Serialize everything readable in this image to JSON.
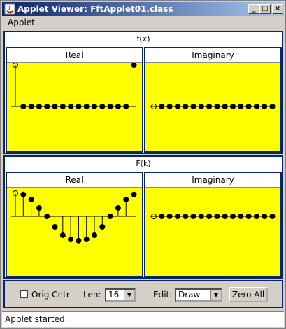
{
  "window": {
    "title": "Applet Viewer: FftApplet01.class"
  },
  "menu": {
    "items": [
      "Applet"
    ]
  },
  "top_section": {
    "title": "f(x)",
    "real": {
      "label": "Real",
      "values": [
        1,
        0,
        0,
        0,
        0,
        0,
        0,
        0,
        0,
        0,
        0,
        0,
        0,
        0,
        0,
        1
      ]
    },
    "imag": {
      "label": "Imaginary",
      "values": [
        0,
        0,
        0,
        0,
        0,
        0,
        0,
        0,
        0,
        0,
        0,
        0,
        0,
        0,
        0,
        0
      ]
    }
  },
  "bottom_section": {
    "title": "F(k)",
    "real": {
      "label": "Real",
      "values": [
        0.55,
        0.52,
        0.4,
        0.2,
        0,
        -0.25,
        -0.45,
        -0.55,
        -0.58,
        -0.55,
        -0.45,
        -0.25,
        0,
        0.2,
        0.4,
        0.52
      ]
    },
    "imag": {
      "label": "Imaginary",
      "values": [
        0,
        0,
        0,
        0,
        0,
        0,
        0,
        0,
        0,
        0,
        0,
        0,
        0,
        0,
        0,
        0
      ]
    }
  },
  "controls": {
    "orig_cntr_label": "Orig Cntr",
    "orig_cntr_checked": false,
    "len_label": "Len:",
    "len_value": "16",
    "edit_label": "Edit:",
    "edit_value": "Draw",
    "zero_all_label": "Zero All"
  },
  "status": "Applet started.",
  "colors": {
    "plot_bg": "#ffff00",
    "border": "#0a246a",
    "marker": "#000000"
  }
}
